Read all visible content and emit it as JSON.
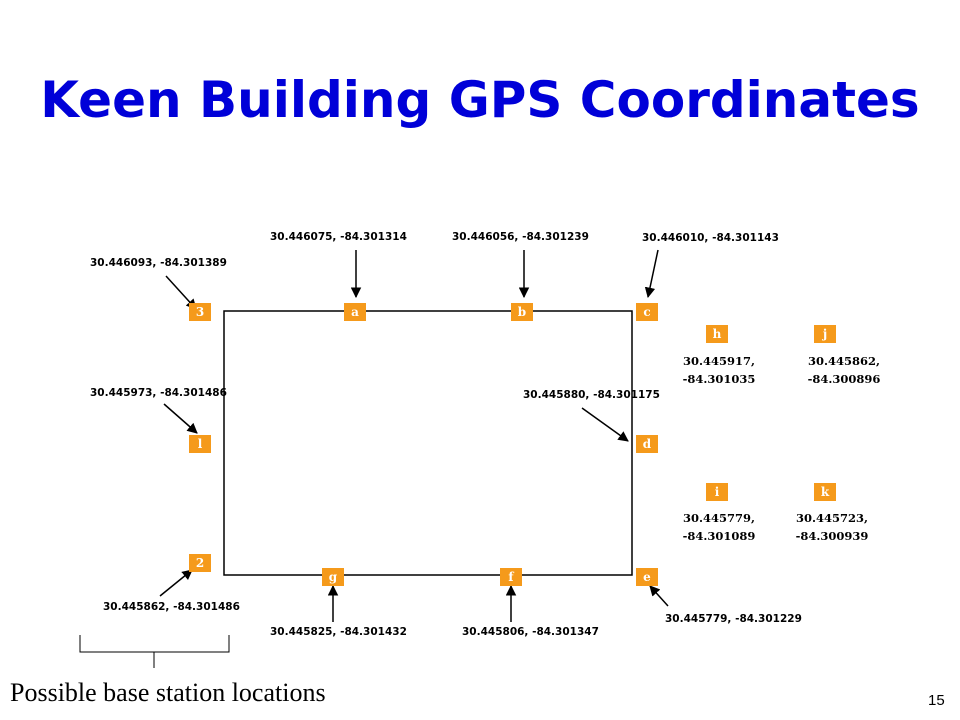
{
  "title": "Keen Building GPS Coordinates",
  "nodes": {
    "n3": "3",
    "n1": "l",
    "n2": "2",
    "a": "a",
    "b": "b",
    "c": "c",
    "d": "d",
    "e": "e",
    "f": "f",
    "g": "g",
    "h": "h",
    "i": "i",
    "j": "j",
    "k": "k"
  },
  "coords": {
    "n3": "30.446093, -84.301389",
    "n1": "30.445973, -84.301486",
    "n2": "30.445862, -84.301486",
    "a": "30.446075, -84.301314",
    "b": "30.446056, -84.301239",
    "c": "30.446010, -84.301143",
    "d": "30.445880, -84.301175",
    "e": "30.445779, -84.301229",
    "f": "30.445806, -84.301347",
    "g": "30.445825, -84.301432",
    "h_line1": "30.445917,",
    "h_line2": "-84.301035",
    "j_line1": "30.445862,",
    "j_line2": "-84.300896",
    "i_line1": "30.445779,",
    "i_line2": "-84.301089",
    "k_line1": "30.445723,",
    "k_line2": "-84.300939"
  },
  "footer": "Possible base station locations",
  "page_number": "15",
  "colors": {
    "title": "#0000d8",
    "node_fill": "#f59a1b"
  }
}
